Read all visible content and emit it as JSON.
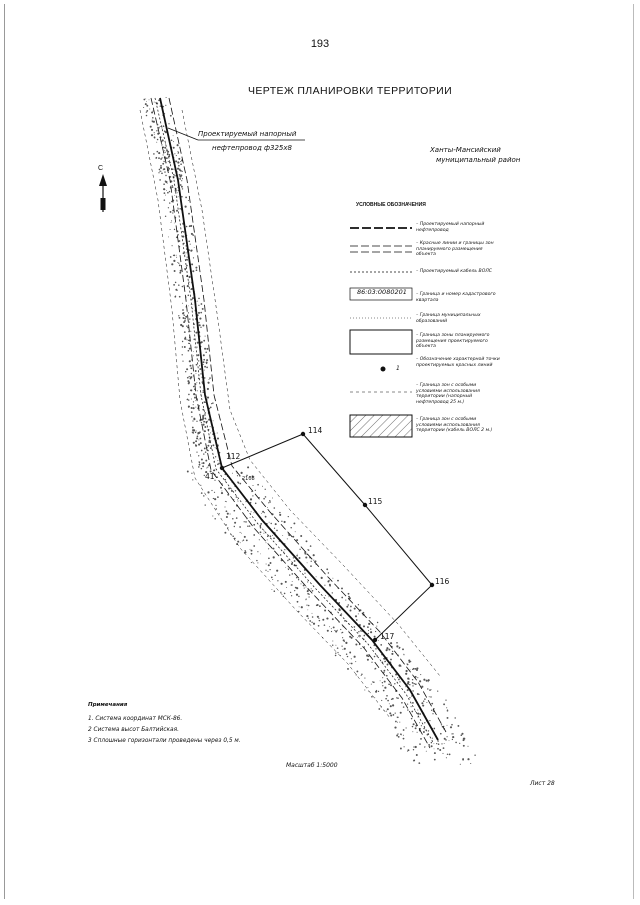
{
  "page": {
    "number": "193",
    "title": "ЧЕРТЕЖ ПЛАНИРОВКИ ТЕРРИТОРИИ",
    "sheet": "Лист 28",
    "scale": "Масштаб 1:5000"
  },
  "map": {
    "pipeline_label_1": "Проектируемый напорный",
    "pipeline_label_2": "нефтепровод ф325х8",
    "district_1": "Ханты-Мансийский",
    "district_2": "муниципальный район",
    "north_letter": "С",
    "points": [
      "114",
      "115",
      "116",
      "117",
      "112",
      "41",
      "2108"
    ]
  },
  "legend": {
    "title": "УСЛОВНЫЕ ОБОЗНАЧЕНИЯ",
    "cadastral_number": "86:03:0080201",
    "point_symbol_label": "1",
    "items": [
      "– Проектируемый напорный нефтепровод",
      "– Красные линии и границы зон планируемого размещения объекта",
      "– Проектируемый кабель ВОЛС",
      "– Граница и номер кадастрового квартала",
      "– Граница муниципальных образований",
      "– Граница зоны планируемого размещения проектируемого объекта",
      "– Обозначение характерной точки проектируемых красных линий",
      "– Граница зон с особыми условиями использования территории (напорный нефтепровод 25 м.)",
      "– Граница зон с особыми условиями использования территории (кабель ВОЛС 2 м.)"
    ]
  },
  "notes": {
    "title": "Примечания",
    "items": [
      "1. Система координат МСК-86.",
      "2 Система высот Балтийская.",
      "3 Сплошные горизонтали проведены через 0,5 м."
    ]
  }
}
